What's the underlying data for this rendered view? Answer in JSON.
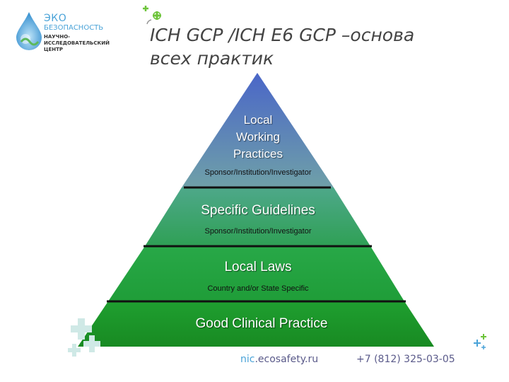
{
  "logo": {
    "line1": "ЭКО",
    "line2": "БЕЗОПАСНОСТЬ",
    "line3a": "НАУЧНО-",
    "line3b": "ИССЛЕДОВАТЕЛЬСКИЙ",
    "line3c": "ЦЕНТР"
  },
  "title": {
    "line1": "ICH GCP /ICH E6 GCP –основа",
    "line2": "всех практик"
  },
  "pyramid": {
    "tier1": {
      "line1": "Local",
      "line2": "Working",
      "line3": "Practices",
      "sub": "Sponsor/Institution/Investigator"
    },
    "tier2": {
      "label": "Specific Guidelines",
      "sub": "Sponsor/Institution/Investigator"
    },
    "tier3": {
      "label": "Local Laws",
      "sub": "Country and/or State Specific"
    },
    "tier4": {
      "label": "Good Clinical Practice"
    }
  },
  "footer": {
    "website_prefix": "nic",
    "website_rest": ".ecosafety.ru",
    "phone": "+7 (812) 325-03-05"
  },
  "colors": {
    "tier1": "#5a6fc4",
    "tier2": "#3aa36a",
    "tier3": "#22a344",
    "tier4": "#1f9a2a",
    "accent_green": "#6dc43a",
    "accent_blue": "#4aa3d8"
  }
}
